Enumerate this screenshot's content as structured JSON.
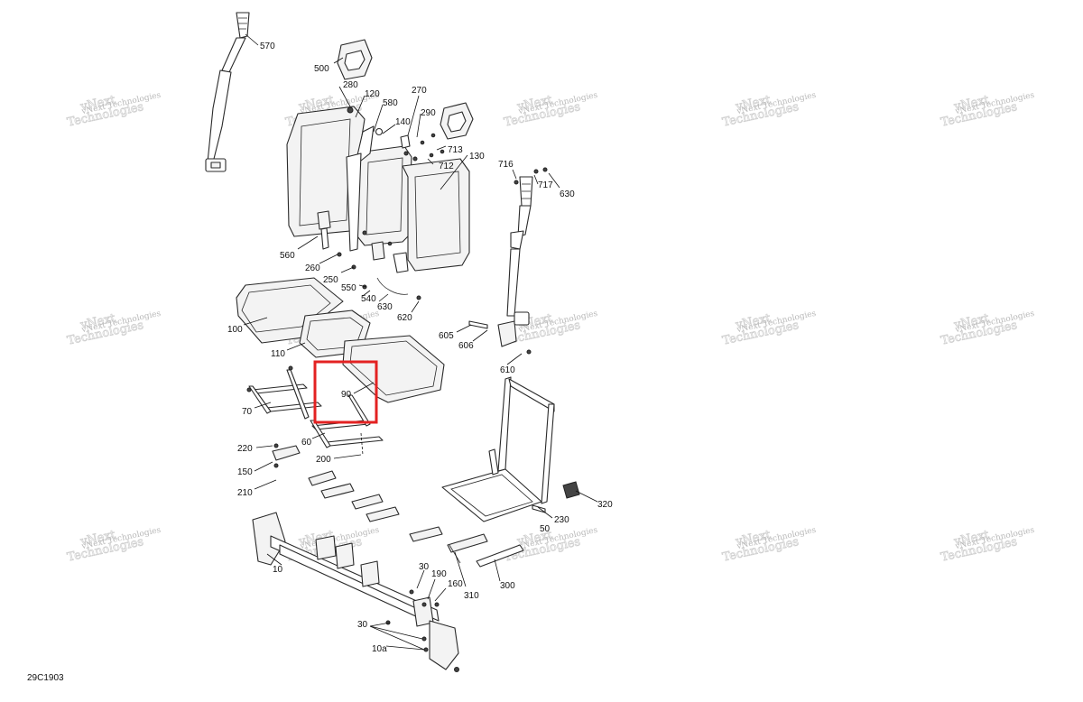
{
  "diagram": {
    "code": "29C1903",
    "watermark_line1": "vNext",
    "watermark_line2": "Technologies",
    "watermark_text": "vNext Technologies",
    "labels": {
      "l570": "570",
      "l500": "500",
      "l280": "280",
      "l120": "120",
      "l580": "580",
      "l270": "270",
      "l140": "140",
      "l290": "290",
      "l713": "713",
      "l712": "712",
      "l130": "130",
      "l716": "716",
      "l717": "717",
      "l630a": "630",
      "l560": "560",
      "l260": "260",
      "l250": "250",
      "l550": "550",
      "l540": "540",
      "l630b": "630",
      "l620": "620",
      "l100": "100",
      "l110": "110",
      "l605": "605",
      "l606": "606",
      "l610": "610",
      "l90": "90",
      "l70": "70",
      "l60": "60",
      "l200": "200",
      "l220": "220",
      "l150": "150",
      "l210": "210",
      "l320": "320",
      "l230": "230",
      "l50": "50",
      "l10": "10",
      "l30a": "30",
      "l190": "190",
      "l160": "160",
      "l310": "310",
      "l300": "300",
      "l30b": "30",
      "l10a": "10a"
    },
    "highlight_color": "#e32222"
  }
}
